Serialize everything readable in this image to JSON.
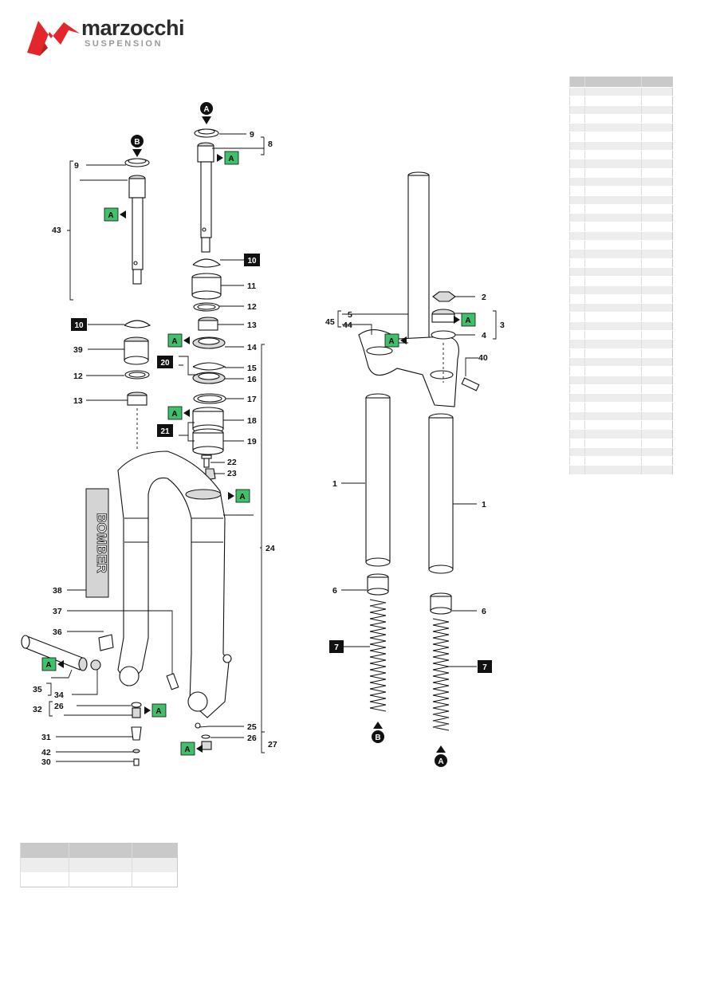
{
  "brand": {
    "name": "marzocchi",
    "tagline": "SUSPENSION",
    "logo_color": "#e3262b"
  },
  "callouts": {
    "c1": "1",
    "c2": "2",
    "c3": "3",
    "c4": "4",
    "c5": "5",
    "c6": "6",
    "c7": "7",
    "c8": "8",
    "c9": "9",
    "c10": "10",
    "c11": "11",
    "c12": "12",
    "c13": "13",
    "c14": "14",
    "c15": "15",
    "c16": "16",
    "c17": "17",
    "c18": "18",
    "c19": "19",
    "c20": "20",
    "c21": "21",
    "c22": "22",
    "c23": "23",
    "c24": "24",
    "c25": "25",
    "c26": "26",
    "c27": "27",
    "c30": "30",
    "c31": "31",
    "c32": "32",
    "c34": "34",
    "c35": "35",
    "c36": "36",
    "c37": "37",
    "c38": "38",
    "c39": "39",
    "c40": "40",
    "c42": "42",
    "c43": "43",
    "c44": "44",
    "c45": "45"
  },
  "markers": {
    "a": "A",
    "b": "B"
  },
  "decal_text": "BOMBER",
  "colors": {
    "grease_tag": "#3fc06a",
    "table_header": "#c9c9c9",
    "table_stripe": "#ededed"
  },
  "parts_table": {
    "columns": 3,
    "rows": 43
  },
  "bottom_table": {
    "columns": 3,
    "rows": 2
  }
}
